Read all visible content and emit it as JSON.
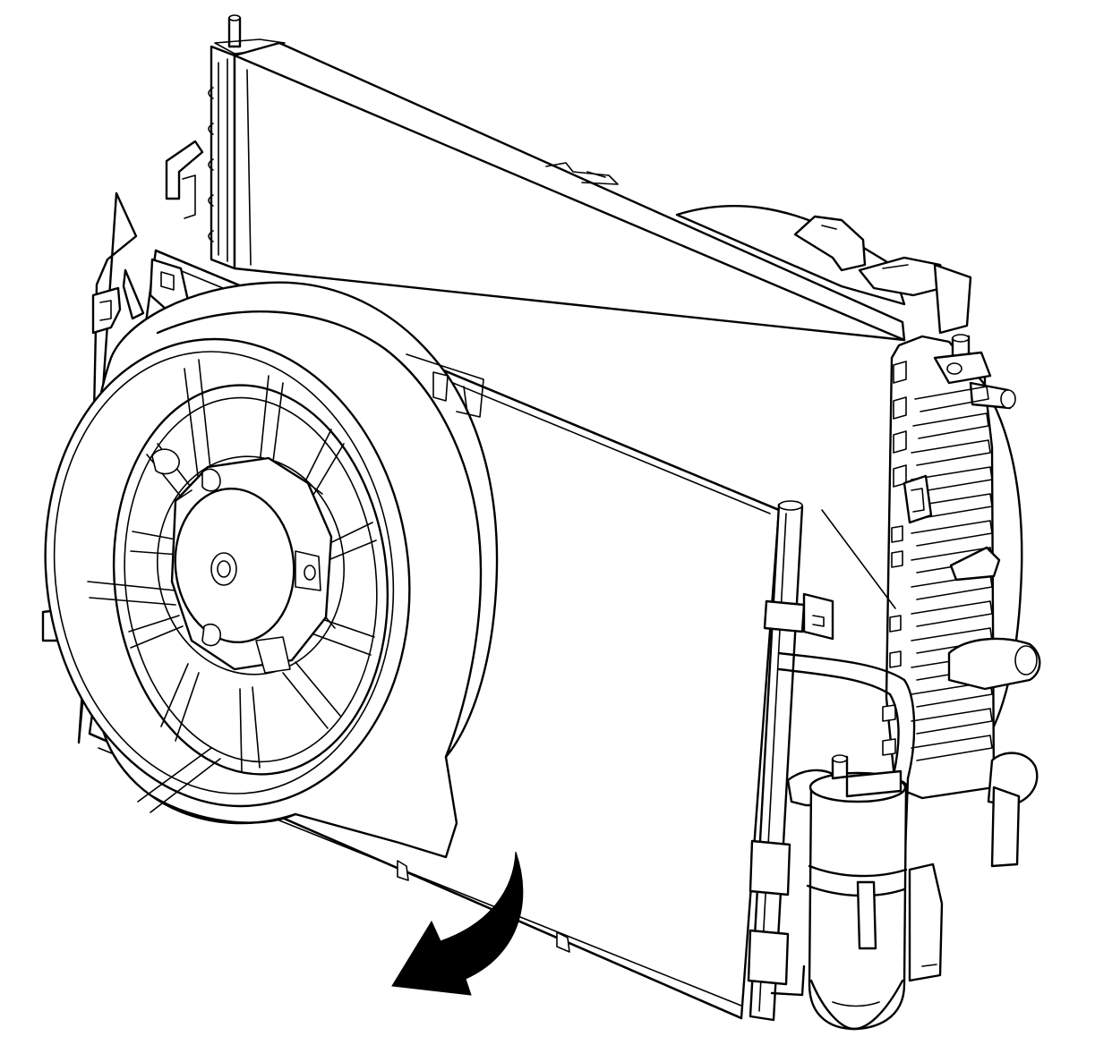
{
  "figure": {
    "background_color": "#ffffff",
    "line_color": "#000000",
    "parts": {
      "radiator": "radiator-core",
      "condenser": "ac-condenser",
      "fan_shroud": "cooling-fan-shroud",
      "fan": "cooling-fan-blade",
      "fan_motor": "fan-motor-hub",
      "receiver_dryer": "receiver-dryer-canister",
      "side_tank": "radiator-side-tank",
      "indicator": "removal-direction-arrow"
    }
  }
}
